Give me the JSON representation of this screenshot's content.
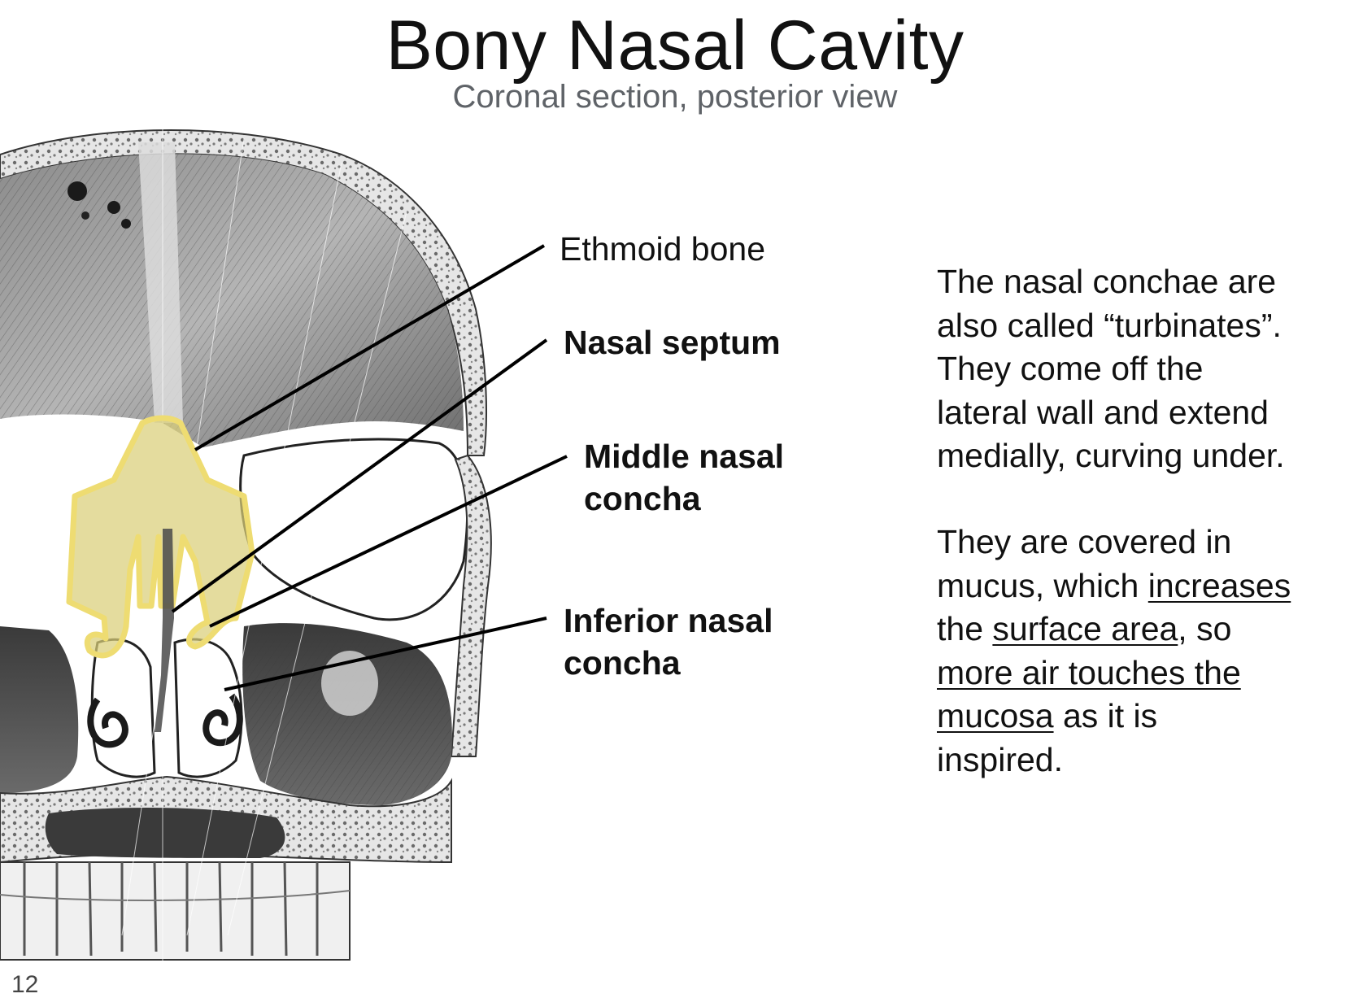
{
  "title": "Bony Nasal Cavity",
  "subtitle": "Coronal section, posterior view",
  "labels": {
    "ethmoid": "Ethmoid bone",
    "septum": "Nasal septum",
    "middle_line1": "Middle nasal",
    "middle_line2": "concha",
    "inferior_line1": "Inferior nasal",
    "inferior_line2": "concha"
  },
  "description": {
    "p1_line1": "The nasal conchae are",
    "p1_line2": "also called “turbinates”.",
    "p1_line3": "They come off the",
    "p1_line4": "lateral wall and extend",
    "p1_line5": "medially, curving under.",
    "p2_line1": "They are covered in",
    "p2_line2_a": "mucus, which ",
    "p2_line2_u": "increases",
    "p2_line3_a": "the ",
    "p2_line3_u": "surface area",
    "p2_line3_b": ", so",
    "p2_line4_u": "more air touches the",
    "p2_line5_u": "mucosa",
    "p2_line5_b": " as it is",
    "p2_line6": "inspired."
  },
  "page_number": "12",
  "colors": {
    "ethmoid_highlight": "#d9cf78",
    "ethmoid_outline": "#eedc72",
    "subtitle": "#5f6368"
  }
}
